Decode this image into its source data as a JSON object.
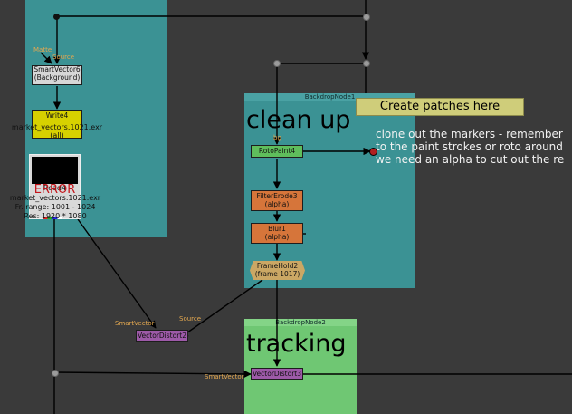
{
  "backdrops": {
    "top_left": {
      "title": ""
    },
    "clean_up": {
      "title": "BackdropNode1",
      "heading": "clean up"
    },
    "tracking": {
      "title": "BackdropNode2",
      "heading": "tracking"
    }
  },
  "sticky_note": {
    "label": "Create patches here"
  },
  "note_lines": [
    "clone out the markers - remember",
    "to the paint strokes or roto around",
    "we need an alpha to cut out the re"
  ],
  "nodes": {
    "smart_vector6": {
      "name": "SmartVector6",
      "sub": "(Background)"
    },
    "write4": {
      "name": "Write4",
      "file": "market_vectors.1021.exr",
      "sub": "(all)"
    },
    "read": {
      "name": "Read4",
      "error": "ERROR",
      "file": "market_vectors.1021.exr",
      "range": "Fr. range: 1001 - 1024",
      "res": "Res: 1920 * 1080"
    },
    "roto_paint4": {
      "name": "RotoPaint4"
    },
    "filter_erode3": {
      "name": "FilterErode3",
      "sub": "(alpha)"
    },
    "blur1": {
      "name": "Blur1",
      "sub": "(alpha)"
    },
    "frame_hold2": {
      "name": "FrameHold2",
      "sub": "(frame 1017)"
    },
    "vector_distort2": {
      "name": "VectorDistort2"
    },
    "vector_distort3": {
      "name": "VectorDistort3"
    }
  },
  "input_labels": {
    "matte": "Matte",
    "source": "Source",
    "bg": "bg",
    "smartvector_a": "SmartVector",
    "source_b": "Source",
    "smartvector_b": "SmartVector"
  },
  "colors": {
    "canvas": "#3a3a3a",
    "backdrop_teal": "#3b9294",
    "backdrop_green": "#6fc773",
    "smartvector_node": "#d7d7d7",
    "write_node": "#d7d100",
    "roto_node": "#5fbe5c",
    "filter_node": "#d6753a",
    "framehold_node": "#cba764",
    "vectordistort_node": "#9d5aa8",
    "sticky": "#cfcd7a"
  }
}
